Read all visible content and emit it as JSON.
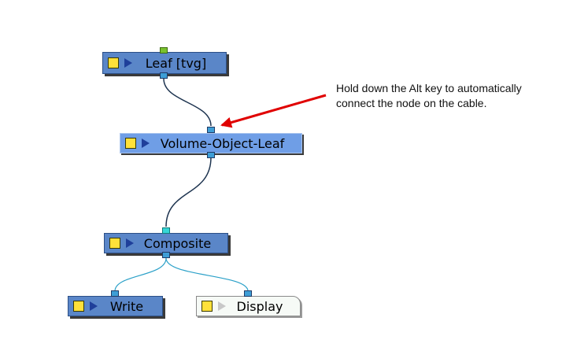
{
  "nodes": {
    "leaf": {
      "label": "Leaf  [tvg]"
    },
    "volume": {
      "label": "Volume-Object-Leaf"
    },
    "composite": {
      "label": "Composite"
    },
    "write": {
      "label": "Write"
    },
    "display": {
      "label": "Display"
    }
  },
  "callout": {
    "text": "Hold down the Alt key to automatically\nconnect the node on the cable."
  },
  "colors": {
    "node_fill": "#5a86c8",
    "selected_node_fill": "#6f9ee6",
    "display_node_fill": "#f6faf6",
    "cable_dark": "#1e3450",
    "cable_light": "#2aa0c8",
    "arrow": "#e00000"
  },
  "icons": [
    "enable-toggle-icon",
    "play-triangle-icon",
    "port-icon",
    "arrow-icon"
  ]
}
